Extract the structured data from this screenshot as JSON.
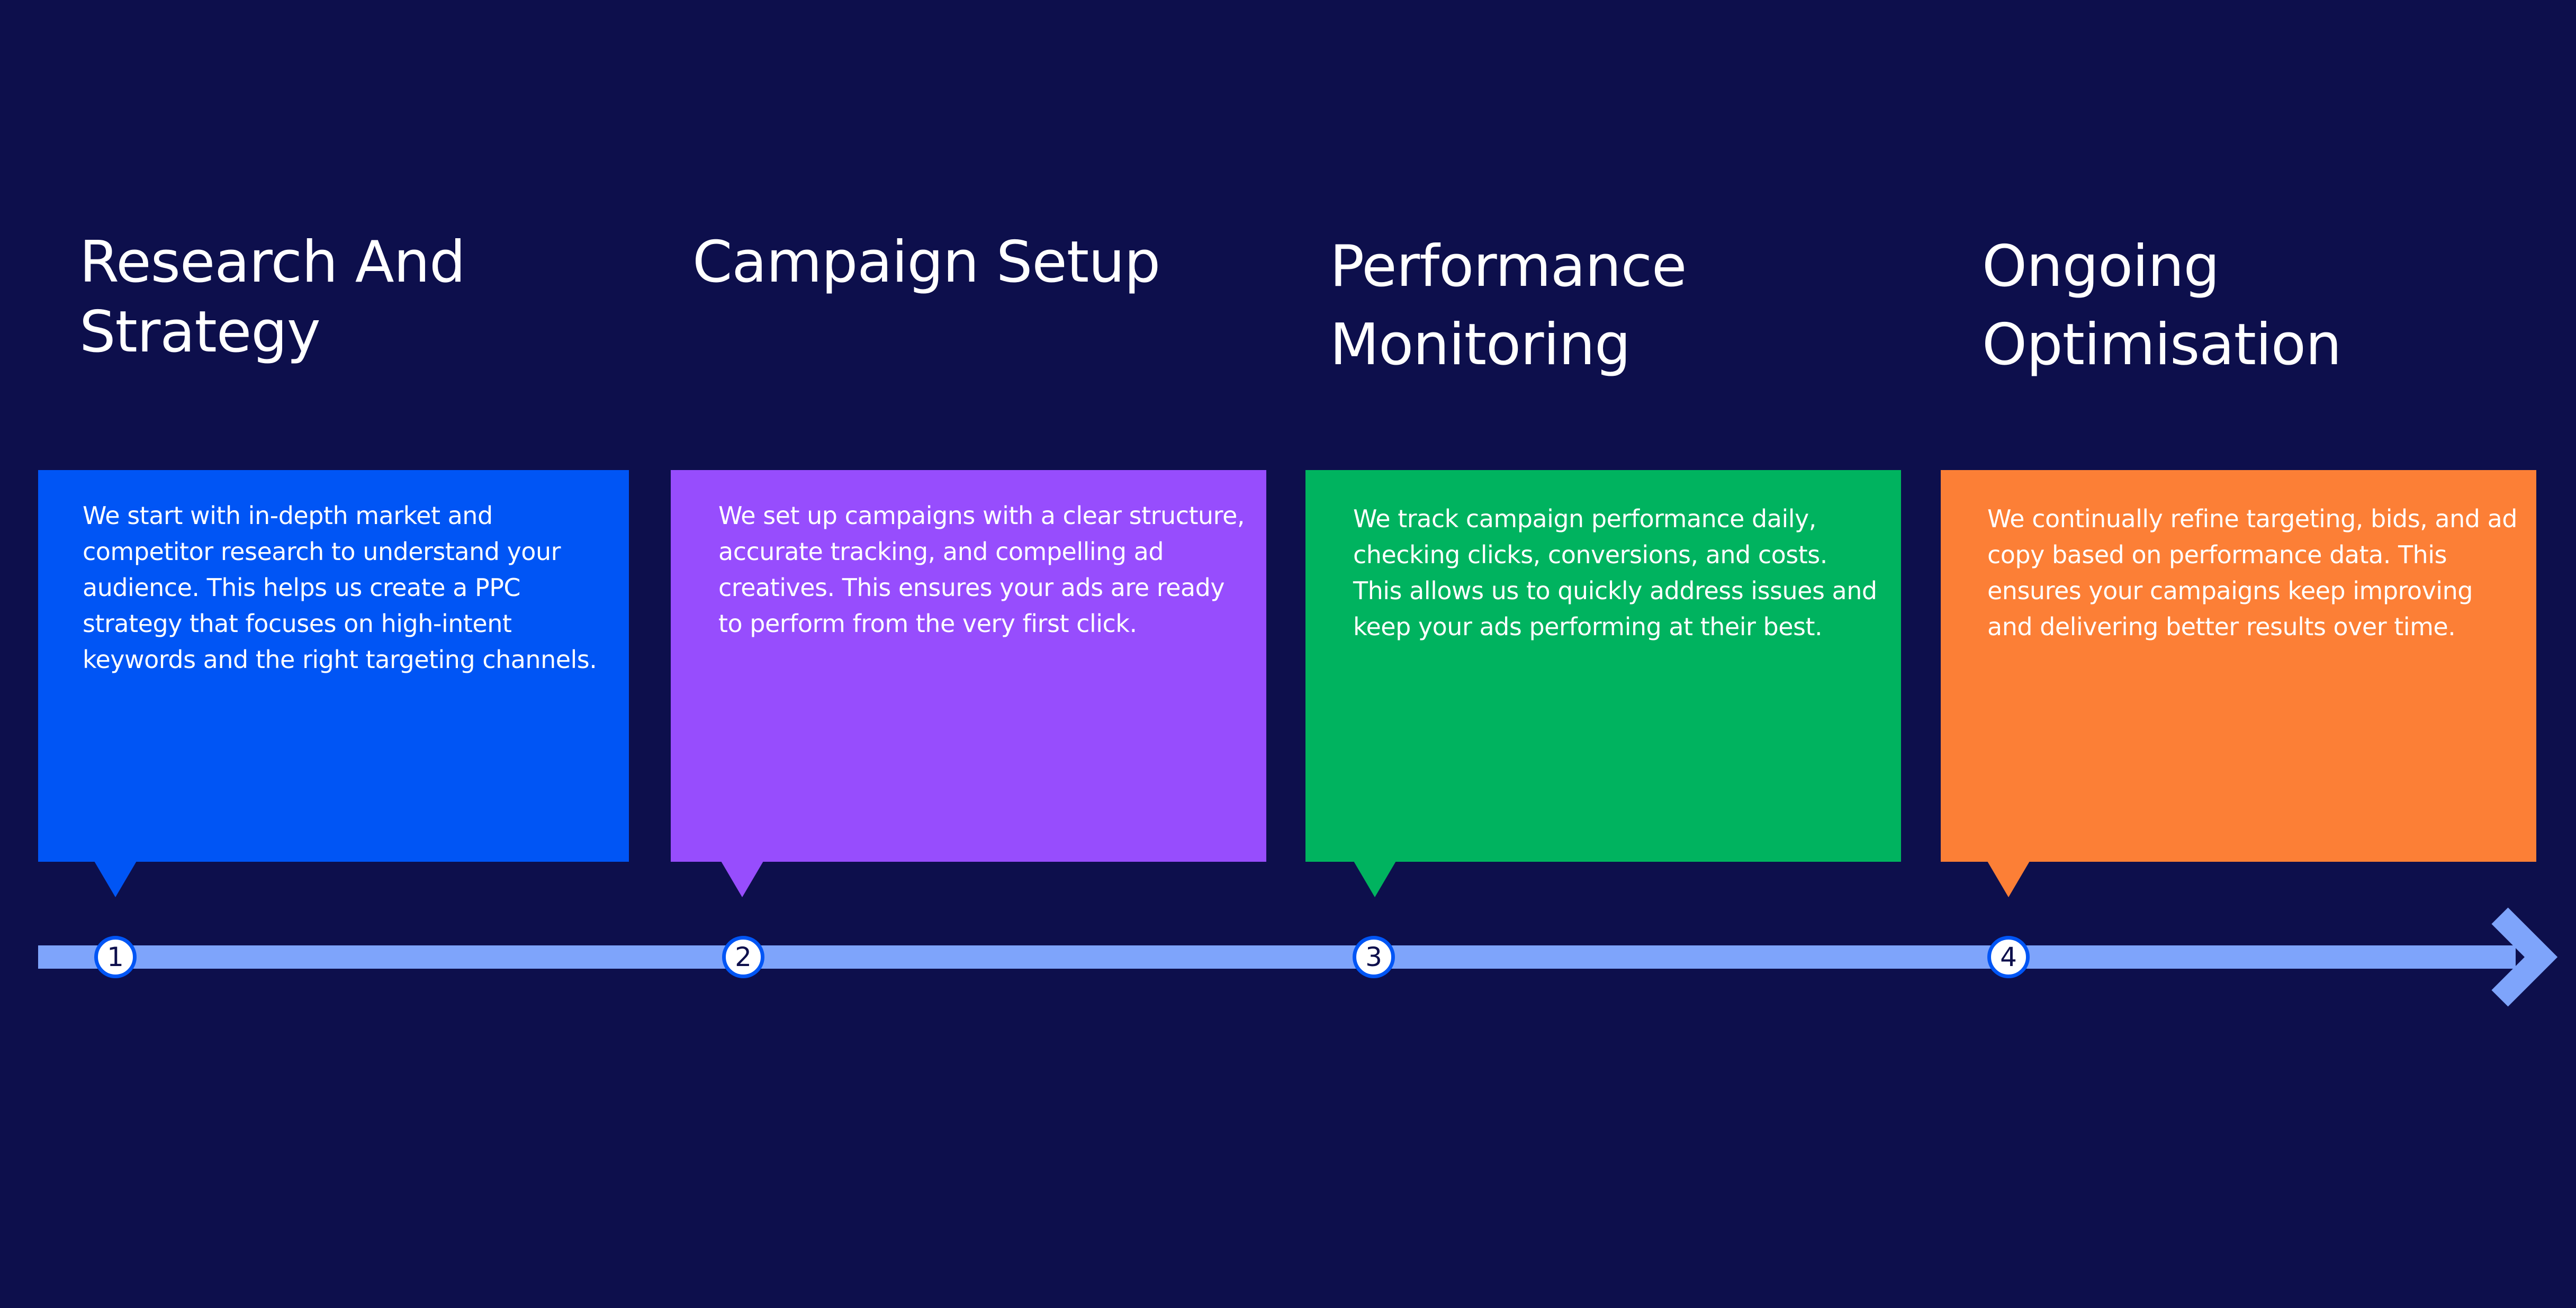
{
  "colors": {
    "background": "#0d0f4c",
    "timeline": "#7ea4fb",
    "marker_border": "#0055f5",
    "marker_fill": "#ffffff",
    "text": "#ffffff"
  },
  "steps": [
    {
      "number": "1",
      "title": "Research And Strategy",
      "description": "We start with in-depth market and competitor research to understand your audience. This helps us create a PPC strategy that focuses on high-intent keywords and the right targeting channels.",
      "color": "#0055f5"
    },
    {
      "number": "2",
      "title": "Campaign Setup",
      "description": "We set up campaigns with a clear structure, accurate tracking, and compelling ad creatives. This ensures your ads are ready to perform from the very first click.",
      "color": "#974dfd"
    },
    {
      "number": "3",
      "title": "Performance Monitoring",
      "description": "We track campaign performance daily, checking clicks, conversions, and costs. This allows us to quickly address issues and keep your ads performing at their best.",
      "color": "#00b35f"
    },
    {
      "number": "4",
      "title": "Ongoing Optimisation",
      "description": "We continually refine targeting, bids, and ad copy based on performance data. This ensures your campaigns keep improving and delivering better results over time.",
      "color": "#fc7f36"
    }
  ]
}
